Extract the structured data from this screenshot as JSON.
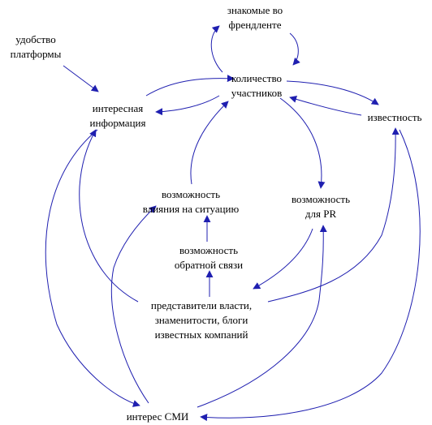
{
  "colors": {
    "arrow": "#1f1fb0",
    "text": "#000000",
    "background": "#ffffff"
  },
  "nodes": {
    "known_in_friendfeed": {
      "line1": "знакомые во",
      "line2": "френдленте"
    },
    "platform_convenience": {
      "line1": "удобство",
      "line2": "платформы"
    },
    "participants_count": {
      "line1": "количество",
      "line2": "участников"
    },
    "interesting_info": {
      "line1": "интересная",
      "line2": "информация"
    },
    "fame": {
      "line1": "известность"
    },
    "influence_possibility": {
      "line1": "возможность",
      "line2": "влияния на ситуацию"
    },
    "pr_possibility": {
      "line1": "возможность",
      "line2": "для PR"
    },
    "feedback_possibility": {
      "line1": "возможность",
      "line2": "обратной связи"
    },
    "authorities": {
      "line1": "представители власти,",
      "line2": "знаменитости, блоги",
      "line3": "известных компаний"
    },
    "media_interest": {
      "line1": "интерес СМИ"
    }
  }
}
